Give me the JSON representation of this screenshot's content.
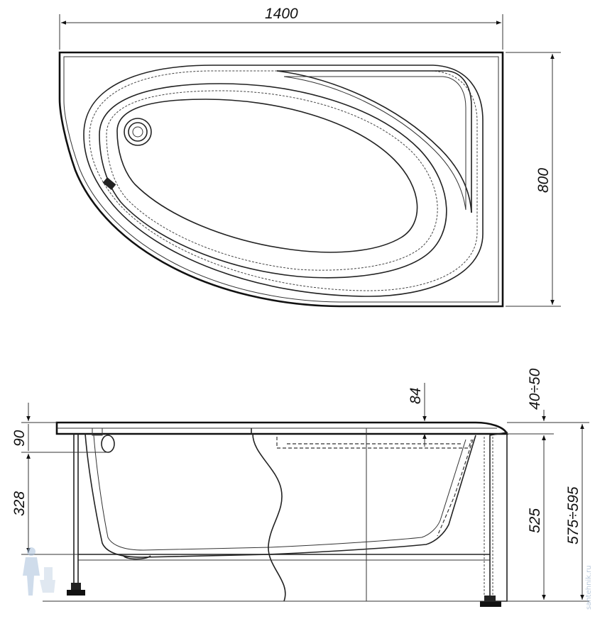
{
  "dimensions": {
    "length": "1400",
    "width": "800",
    "rim_top": "40÷50",
    "inner_offset": "84",
    "drain_offset": "90",
    "drain_height": "328",
    "bowl_height": "525",
    "total_height": "575÷595"
  },
  "watermark": {
    "text": "santehnik.ru"
  },
  "colors": {
    "line": "#111111",
    "watermark": "#b9c9db"
  }
}
